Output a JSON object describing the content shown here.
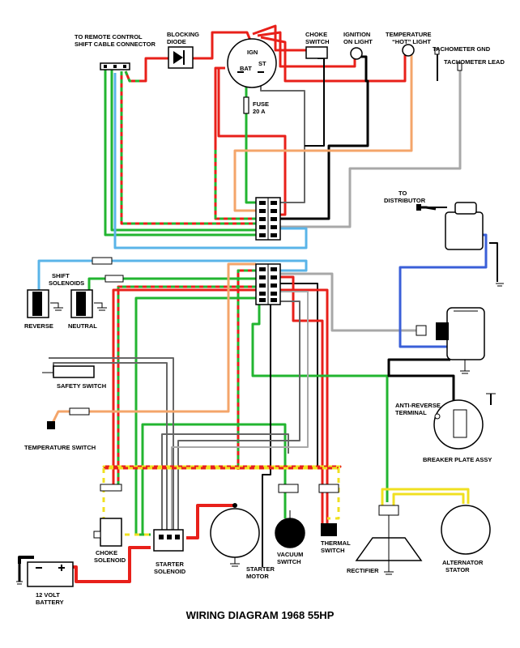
{
  "title": "WIRING DIAGRAM 1968 55HP",
  "colors": {
    "red": "#e8201a",
    "green": "#22b530",
    "black": "#000000",
    "blue": "#3a5fd8",
    "light_blue": "#5ab4e8",
    "yellow": "#f0e020",
    "tan": "#f4a56a",
    "gray": "#a8a8a8",
    "dark_gray": "#666666"
  },
  "labels": {
    "remote_control": [
      "TO REMOTE CONTROL",
      "SHIFT CABLE CONNECTOR"
    ],
    "blocking_diode": [
      "BLOCKING",
      "DIODE"
    ],
    "choke_switch": [
      "CHOKE",
      "SWITCH"
    ],
    "ignition_light": [
      "IGNITION",
      "ON LIGHT"
    ],
    "temp_hot_light": [
      "TEMPERATURE",
      "“HOT” LIGHT"
    ],
    "tach_gnd": "TACHOMETER GND",
    "tach_lead": "TACHOMETER LEAD",
    "ign": "IGN",
    "bat": "BAT",
    "st": "ST",
    "fuse": [
      "FUSE",
      "20 A"
    ],
    "to_distributor": [
      "TO",
      "DISTRIBUTOR"
    ],
    "shift_solenoids": [
      "SHIFT",
      "SOLENOIDS"
    ],
    "reverse": "REVERSE",
    "neutral": "NEUTRAL",
    "safety_switch": "SAFETY SWITCH",
    "temperature_switch": "TEMPERATURE SWITCH",
    "anti_reverse": [
      "ANTI-REVERSE",
      "TERMINAL"
    ],
    "breaker_plate": "BREAKER PLATE ASSY",
    "choke_solenoid": [
      "CHOKE",
      "SOLENOID"
    ],
    "starter_solenoid": [
      "STARTER",
      "SOLENOID"
    ],
    "starter_motor": [
      "STARTER",
      "MOTOR"
    ],
    "vacuum_switch": [
      "VACUUM",
      "SWITCH"
    ],
    "thermal_switch": [
      "THERMAL",
      "SWITCH"
    ],
    "rectifier": "RECTIFIER",
    "alternator_stator": [
      "ALTERNATOR",
      "STATOR"
    ],
    "battery": [
      "12 VOLT",
      "BATTERY"
    ]
  }
}
